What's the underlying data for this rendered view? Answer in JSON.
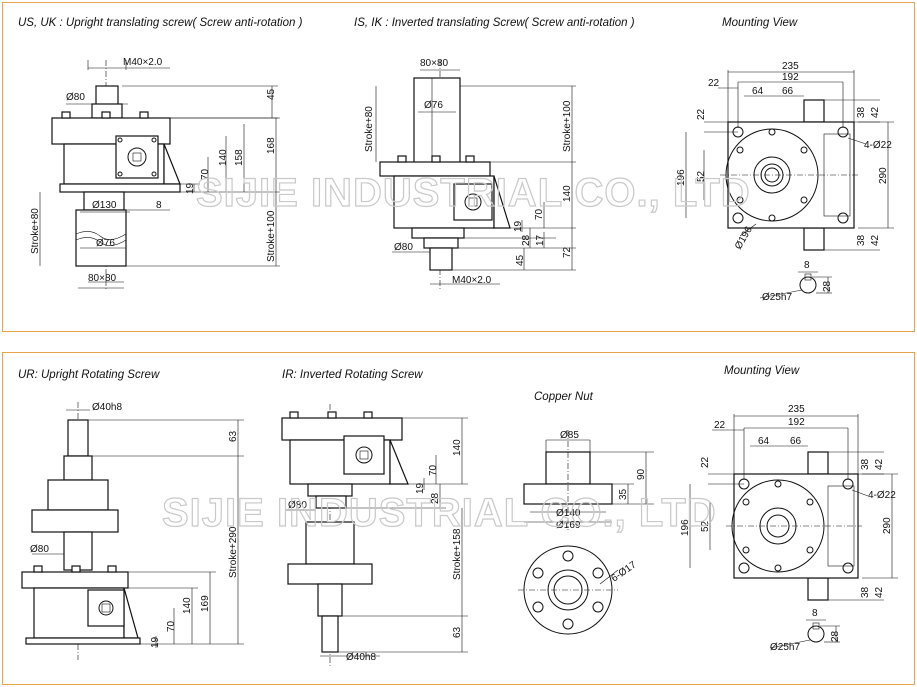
{
  "top_panel": {
    "titles": {
      "us_uk": "US, UK : Upright translating screw( Screw anti-rotation )",
      "is_ik": "IS, IK : Inverted translating Screw( Screw anti-rotation )",
      "mounting": "Mounting View"
    },
    "us_uk_dims": {
      "thread": "M40×2.0",
      "d80": "Ø80",
      "h45": "45",
      "h140": "140",
      "h158": "158",
      "h168": "168",
      "h70": "70",
      "h19": "19",
      "h8": "8",
      "d130": "Ø130",
      "d76": "Ø76",
      "stroke80": "Stroke+80",
      "stroke100": "Stroke+100",
      "sq80": "80×80"
    },
    "is_ik_dims": {
      "sq80": "80×80",
      "d76": "Ø76",
      "stroke80": "Stroke+80",
      "stroke100": "Stroke+100",
      "h140": "140",
      "h70": "70",
      "h19": "19",
      "h28": "28",
      "h17": "17",
      "h72": "72",
      "h45": "45",
      "d80": "Ø80",
      "thread": "M40×2.0"
    },
    "mount_dims": {
      "w235": "235",
      "w192": "192",
      "w22": "22",
      "w64": "64",
      "w66": "66",
      "h22": "22",
      "h38a": "38",
      "h42a": "42",
      "holes": "4-Ø22",
      "h196": "196",
      "h52": "52",
      "h290": "290",
      "h38b": "38",
      "h42b": "42",
      "d196": "Ø196",
      "key8": "8",
      "key28": "28",
      "shaft": "Ø25h7"
    }
  },
  "bottom_panel": {
    "titles": {
      "ur": "UR: Upright Rotating Screw",
      "ir": "IR: Inverted Rotating Screw",
      "nut": "Copper Nut",
      "mounting": "Mounting View"
    },
    "ur_dims": {
      "d40": "Ø40h8",
      "h63": "63",
      "d80": "Ø80",
      "stroke290": "Stroke+290",
      "h140": "140",
      "h169": "169",
      "h70": "70",
      "h19": "19"
    },
    "ir_dims": {
      "h140": "140",
      "h70": "70",
      "h19": "19",
      "h28": "28",
      "d80": "Ø80",
      "stroke158": "Stroke+158",
      "h63": "63",
      "d40": "Ø40h8"
    },
    "nut_dims": {
      "d85": "Ø85",
      "h90": "90",
      "h35": "35",
      "d140": "Ø140",
      "d169": "Ø169",
      "holes": "6-Ø17"
    },
    "mount_dims": {
      "w235": "235",
      "w192": "192",
      "w22": "22",
      "w64": "64",
      "w66": "66",
      "h22": "22",
      "h38a": "38",
      "h42a": "42",
      "holes": "4-Ø22",
      "h196": "196",
      "h52": "52",
      "h290": "290",
      "h38b": "38",
      "h42b": "42",
      "key8": "8",
      "key28": "28",
      "shaft": "Ø25h7"
    }
  },
  "watermark": "SIJIE INDUSTRIAL CO., LTD"
}
